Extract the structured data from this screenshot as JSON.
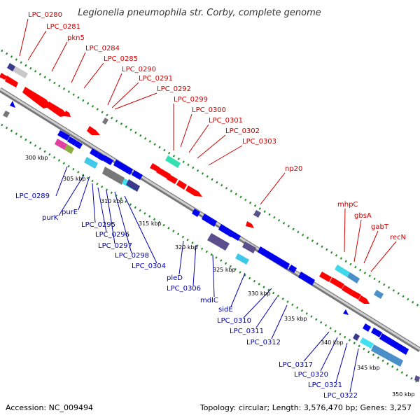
{
  "title": "Legionella pneumophila str. Corby, complete genome",
  "accession": "Accession: NC_009494",
  "topology": "Topology: circular; Length: 3,576,470 bp; Genes: 3,257",
  "colors": {
    "forward_gene": "#ff0000",
    "reverse_gene": "#0000ee",
    "backbone": "#999999",
    "dots": "#228b22",
    "label_top": "#cc0000",
    "label_bottom": "#0000aa"
  },
  "kbp_ticks": [
    "300 kbp",
    "305 kbp",
    "310 kbp",
    "315 kbp",
    "320 kbp",
    "325 kbp",
    "330 kbp",
    "335 kbp",
    "340 kbp",
    "345 kbp",
    "350 kbp"
  ],
  "top_labels": [
    "LPC_0280",
    "LPC_0281",
    "pkn5",
    "LPC_0284",
    "LPC_0285",
    "LPC_0290",
    "LPC_0291",
    "LPC_0292",
    "LPC_0299",
    "LPC_0300",
    "LPC_0301",
    "LPC_0302",
    "LPC_0303",
    "np20",
    "mhpC",
    "gbsA",
    "gabT",
    "recN"
  ],
  "bottom_labels": [
    "LPC_0289",
    "purK",
    "purE",
    "LPC_0295",
    "LPC_0296",
    "LPC_0297",
    "LPC_0298",
    "LPC_0304",
    "pleD",
    "LPC_0306",
    "mdlC",
    "sidE",
    "LPC_0310",
    "LPC_0311",
    "LPC_0312",
    "LPC_0317",
    "LPC_0320",
    "LPC_0321",
    "LPC_0322"
  ]
}
